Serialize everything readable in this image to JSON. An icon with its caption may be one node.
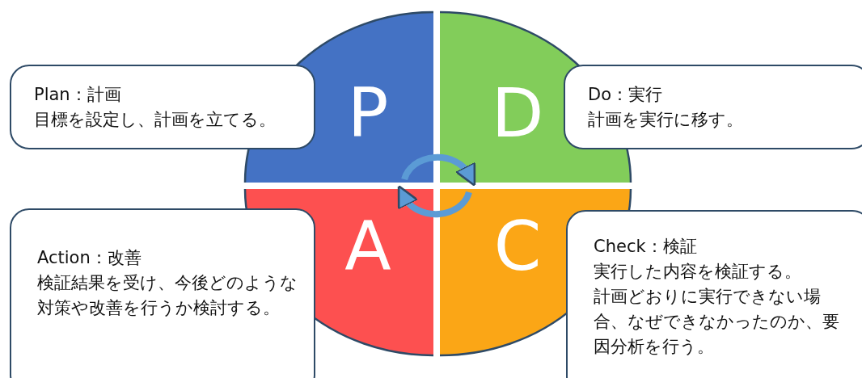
{
  "diagram": {
    "nodes": [
      {
        "text": [
          "P"
        ]
      },
      {
        "text": [
          "D"
        ]
      },
      {
        "text": [
          "A"
        ]
      },
      {
        "text": [
          "C"
        ]
      },
      {
        "text": [
          "Plan：計画",
          "目標を設定し、計画を立てる。"
        ]
      },
      {
        "text": [
          "Do：実行",
          "計画を実行に移す。"
        ]
      },
      {
        "text": [
          "Action：改善",
          "検証結果を受け、今後どのような対策や改善を行うか検討する。"
        ]
      },
      {
        "text": [
          "Check：検証",
          "実行した内容を検証する。",
          "計画どおりに実行できない場合、なぜできなかったのか、要因分析を行う。"
        ]
      }
    ],
    "edges": [
      {
        "from": 0,
        "to": 1,
        "arrow": "to"
      },
      {
        "from": 3,
        "to": 2,
        "arrow": "to"
      }
    ]
  }
}
